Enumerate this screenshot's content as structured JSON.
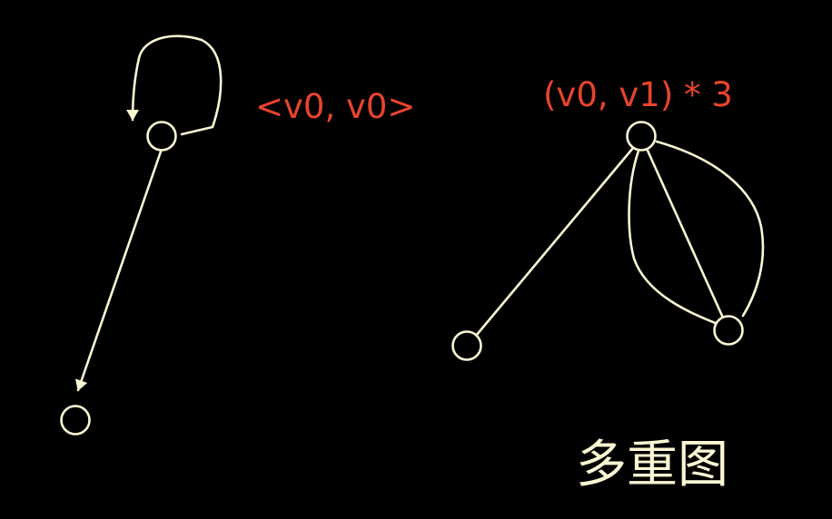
{
  "colors": {
    "background": "#000000",
    "edge": "#fbf6d3",
    "label": "#e8442c",
    "title": "#fbf6d3"
  },
  "left_graph": {
    "loop_label": "<v0, v0>"
  },
  "right_graph": {
    "multi_edge_label": "(v0, v1) * 3"
  },
  "title": "多重图"
}
